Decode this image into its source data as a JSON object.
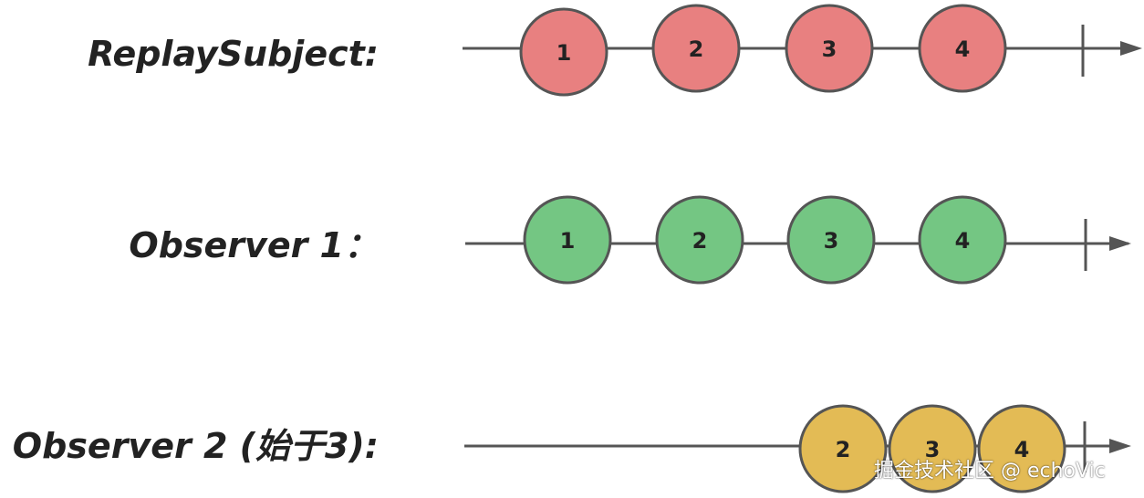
{
  "colors": {
    "line": "#555555",
    "text": "#222222",
    "replay_fill": "#e88080",
    "observer1_fill": "#74c683",
    "observer2_fill": "#e3bb55",
    "marble_stroke": "#555555"
  },
  "rows": [
    {
      "label": "ReplaySubject:",
      "values": [
        "1",
        "2",
        "3",
        "4"
      ]
    },
    {
      "label": "Observer 1：",
      "values": [
        "1",
        "2",
        "3",
        "4"
      ]
    },
    {
      "label": "Observer 2 (始于3):",
      "values": [
        "2",
        "3",
        "4"
      ]
    }
  ],
  "watermark": "掘金技术社区 @ echoVic"
}
